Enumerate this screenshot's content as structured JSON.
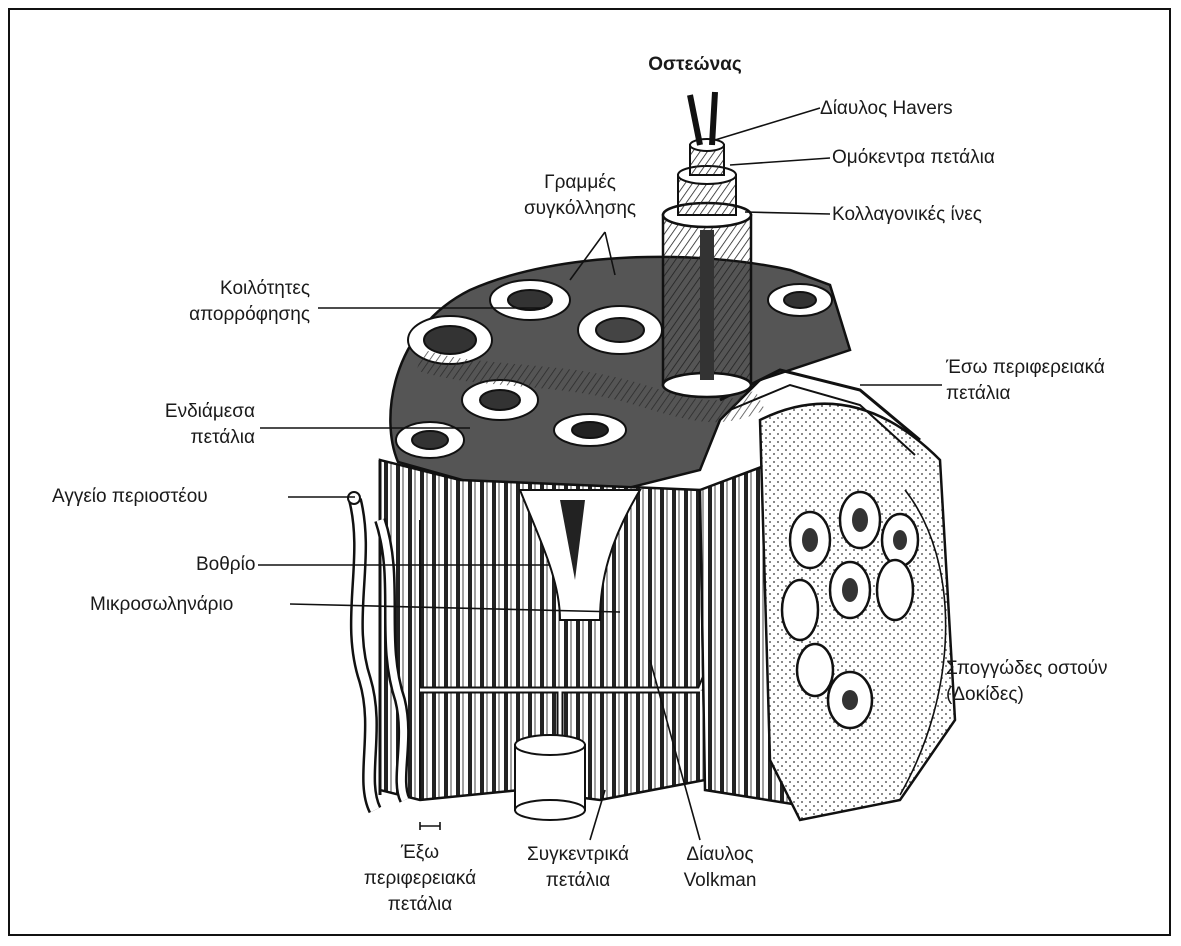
{
  "labels": {
    "osteon": "Οστεώνας",
    "haversian_canal": "Δίαυλος Havers",
    "concentric_lamellae_top": "Ομόκεντρα πετάλια",
    "collagen_fibers": "Κολλαγονικές ίνες",
    "cement_lines": [
      "Γραμμές",
      "συγκόλλησης"
    ],
    "resorption_cavities": [
      "Κοιλότητες",
      "απορρόφησης"
    ],
    "inner_circumferential": [
      "Έσω περιφερειακά",
      "πετάλια"
    ],
    "interstitial_lamellae": [
      "Ενδιάμεσα",
      "πετάλια"
    ],
    "periosteal_vessel": "Αγγείο περιοστέου",
    "lacuna": "Βοθρίο",
    "canaliculus": "Μικροσωληνάριο",
    "spongy_bone": [
      "Σπογγώδες οστούν",
      "(Δοκίδες)"
    ],
    "outer_circumferential": [
      "Έξω",
      "περιφερειακά",
      "πετάλια"
    ],
    "concentric_lamellae_bottom": [
      "Συγκεντρικά",
      "πετάλια"
    ],
    "volkmann_canal": [
      "Δίαυλος",
      "Volkman"
    ]
  },
  "colors": {
    "ink": "#1a1a1a",
    "paper": "#ffffff",
    "shade": "#8a8a8a"
  }
}
